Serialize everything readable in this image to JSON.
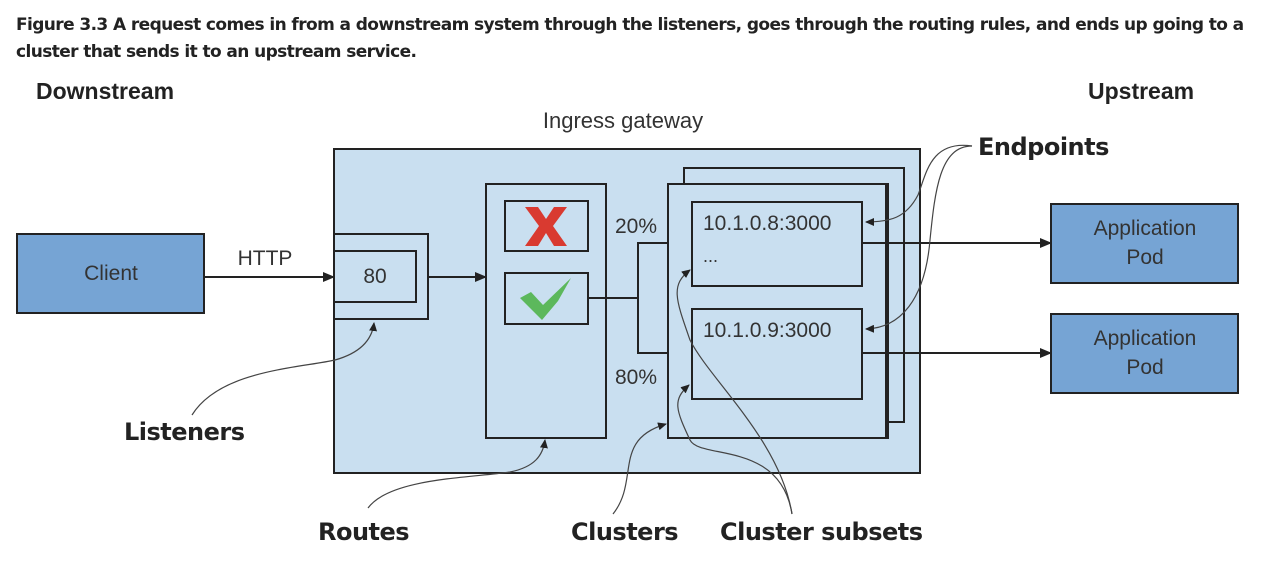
{
  "caption": "Figure 3.3 A request comes in from a downstream system through the listeners, goes through the routing rules, and ends up going to a cluster that sends it to an upstream service.",
  "headers": {
    "downstream": "Downstream",
    "upstream": "Upstream"
  },
  "gateway": {
    "title": "Ingress gateway"
  },
  "client": {
    "label": "Client",
    "protocol": "HTTP"
  },
  "listener": {
    "port": "80"
  },
  "routes": {
    "reject_icon": "x-icon",
    "accept_icon": "check-icon"
  },
  "split": {
    "top_percent": "20%",
    "bottom_percent": "80%"
  },
  "subsets": [
    {
      "endpoint": "10.1.0.8:3000",
      "more": "..."
    },
    {
      "endpoint": "10.1.0.9:3000",
      "more": ""
    }
  ],
  "pods": [
    {
      "line1": "Application",
      "line2": "Pod"
    },
    {
      "line1": "Application",
      "line2": "Pod"
    }
  ],
  "callouts": {
    "listeners": "Listeners",
    "routes": "Routes",
    "clusters": "Clusters",
    "cluster_subsets": "Cluster subsets",
    "endpoints": "Endpoints"
  },
  "colors": {
    "gateway_fill": "#c9dff0",
    "node_fill": "#76a4d4",
    "reject": "#d93a30",
    "accept": "#5cb85c"
  }
}
